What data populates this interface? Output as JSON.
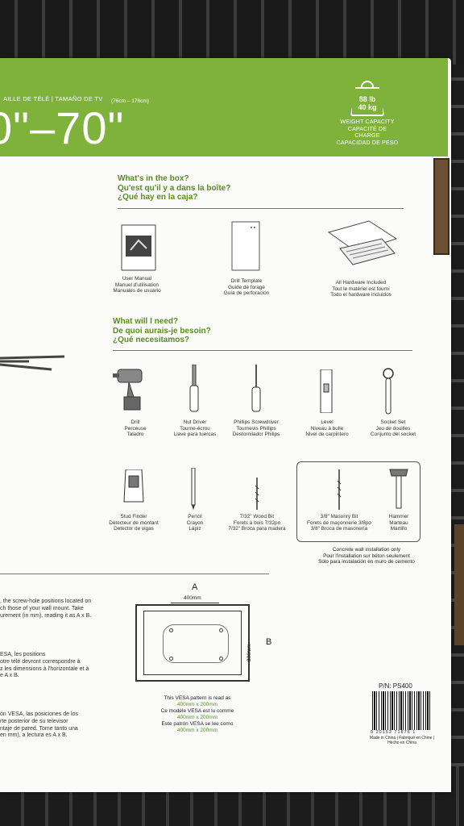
{
  "header": {
    "caption": "AILLE DE TÉLÉ | TAMAÑO DE TV",
    "cm": "(76cm – 178cm)",
    "size": "0\"–70\""
  },
  "weight": {
    "lb": "88 lb",
    "kg": "40 kg",
    "label_en": "WEIGHT CAPACITY",
    "label_fr": "CAPACITÉ DE CHARGE",
    "label_es": "CAPACIDAD DE PESO"
  },
  "inbox": {
    "heading": [
      "What's in the box?",
      "Qu'est qu'il y a dans la boîte?",
      "¿Qué hay en la caja?"
    ],
    "items": [
      [
        "User Manual",
        "Manuel d'utilisation",
        "Manuales de usuario"
      ],
      [
        "Drill Template",
        "Guide de forage",
        "Guía de perforación"
      ],
      [
        "All Hardware Included",
        "Tout le matériel est fourni",
        "Todo el hardware incluidos"
      ]
    ]
  },
  "need": {
    "heading": [
      "What will I need?",
      "De quoi aurais-je besoin?",
      "¿Qué necesitamos?"
    ],
    "tools": [
      [
        "Drill",
        "Perceuse",
        "Taladro"
      ],
      [
        "Nut Driver",
        "Tourne-écrou",
        "Llave para tuercas"
      ],
      [
        "Phillips Screwdriver",
        "Tournevis Phillips",
        "Destornilador Philips"
      ],
      [
        "Level",
        "Niveau à bulle",
        "Nivel de carpintero"
      ],
      [
        "Socket Set",
        "Jeu de douilles",
        "Conjunto del socket"
      ]
    ],
    "tools2": [
      [
        "Stud Finder",
        "Détecteur de montant",
        "Detector de vigas"
      ],
      [
        "Pencil",
        "Crayon",
        "Lápiz"
      ],
      [
        "7/32\" Wood Bit",
        "Forets à bois 7/32po",
        "7/32\" Broca para madera"
      ],
      [
        "3/8\" Masonry Bit",
        "Forets de maçonnerie 3/8po",
        "3/8\" Broca de masonería"
      ],
      [
        "Hammer",
        "Marteau",
        "Martillo"
      ]
    ],
    "note": [
      "Concrete wall installation only",
      "Pour l'installation sur béton seulement",
      "Sólo para instalación en muro de cemento"
    ]
  },
  "vesa": {
    "en": [
      ", the screw-hole positions located on",
      "ch those of your wall mount. Take",
      "urement (in mm), reading it as A x B."
    ],
    "fr": [
      "ESA, les positions",
      "otre télé devront correspondre à",
      "z les dimensions à l'horizontale et à",
      "e A x B."
    ],
    "es": [
      "ón VESA, las posiciones de los",
      "rte posterior de su televisor",
      "ntaje de pared. Tome tanto una",
      "en mm), a lectura es A x B."
    ],
    "a": "A",
    "b": "B",
    "w": "400mm",
    "h": "200mm",
    "note": [
      "This VESA pattern is read as",
      "400mm x 200mm",
      "Ce modèle VESA est lu comme",
      "400mm x 200mm",
      "Este patrón VESA se lee como",
      "400mm x 200mm"
    ]
  },
  "pn": "P/N: PS400",
  "barcode": "0 20152 71876 1",
  "made": [
    "Made in China | Fabriqué en Chine |",
    "Hecho en China"
  ]
}
